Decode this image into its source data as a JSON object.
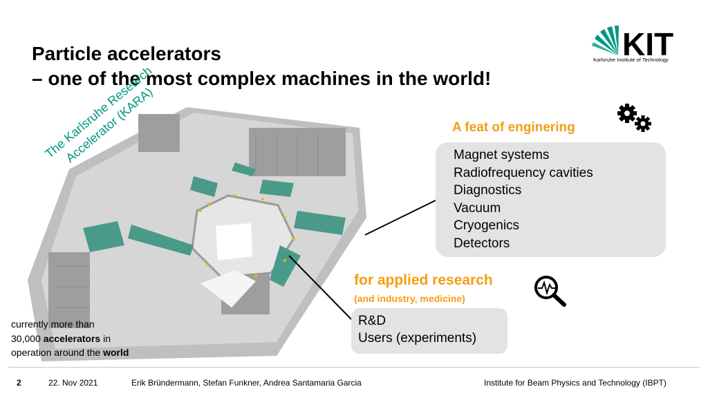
{
  "slide": {
    "title_line1": "Particle accelerators",
    "title_line2": "– one of the most complex machines in the world!",
    "logo_text": "KIT",
    "logo_subtitle": "Karlsruhe Institute of Technology",
    "kara_line1": "The Karlsruhe Research",
    "kara_line2": "Accelerator (KARA)",
    "engineering": {
      "title": "A feat of enginering",
      "items": [
        "Magnet systems",
        "Radiofrequency cavities",
        "Diagnostics",
        "Vacuum",
        "Cryogenics",
        "Detectors"
      ]
    },
    "applied": {
      "title": "for applied research",
      "subtitle": "(and industry, medicine)",
      "items": [
        "R&D",
        "Users (experiments)"
      ]
    },
    "note": {
      "line1": "currently more than",
      "line2_a": "30,000 ",
      "line2_b": "accelerators",
      "line2_c": " in",
      "line3_a": "operation around the ",
      "line3_b": "world"
    }
  },
  "footer": {
    "page": "2",
    "date": "22. Nov 2021",
    "authors": "Erik Bründermann, Stefan Funkner, Andrea Santamaria Garcia",
    "institute": "Institute for Beam Physics and Technology (IBPT)"
  },
  "colors": {
    "accent_orange": "#f49d14",
    "kit_green": "#009682",
    "box_gray": "#e3e3e3"
  },
  "icons": [
    "kit-logo",
    "gear-icon",
    "magnify-waveform-icon"
  ]
}
